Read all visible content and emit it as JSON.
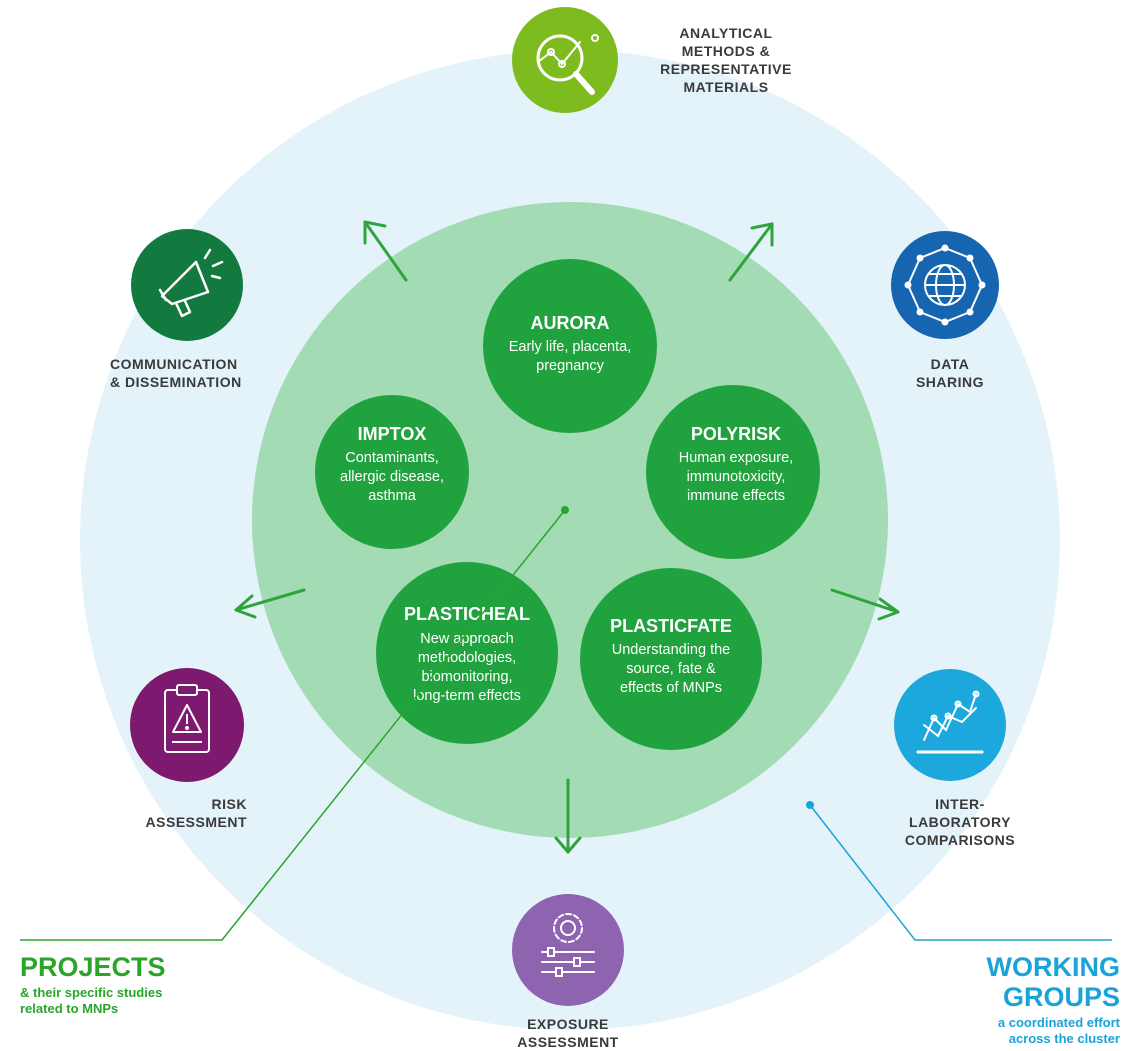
{
  "projects": [
    {
      "name": "AURORA",
      "description": "Early life, placenta,\npregnancy"
    },
    {
      "name": "IMPTOX",
      "description": "Contaminants,\nallergic disease,\nasthma"
    },
    {
      "name": "POLYRISK",
      "description": "Human exposure,\nimmunotoxicity,\nimmune effects"
    },
    {
      "name": "PLASTICHEAL",
      "description": "New approach\nmethodologies,\nbiomonitoring,\nlong-term effects"
    },
    {
      "name": "PLASTICFATE",
      "description": "Understanding the\nsource, fate &\neffects of MNPs"
    }
  ],
  "working_groups": [
    {
      "label": "ANALYTICAL\nMETHODS &\nREPRESENTATIVE\nMATERIALS",
      "icon": "magnifier-chart-icon",
      "color": "#7dbb1f"
    },
    {
      "label": "DATA SHARING",
      "icon": "globe-network-icon",
      "color": "#1565b0"
    },
    {
      "label": "INTER-\nLABORATORY\nCOMPARISONS",
      "icon": "line-graph-icon",
      "color": "#1ca8dd"
    },
    {
      "label": "EXPOSURE\nASSESSMENT",
      "icon": "gear-sliders-icon",
      "color": "#8e63b0"
    },
    {
      "label": "RISK\nASSESSMENT",
      "icon": "clipboard-warning-icon",
      "color": "#7d1a6f"
    },
    {
      "label": "COMMUNICATION\n& DISSEMINATION",
      "icon": "megaphone-icon",
      "color": "#127a3f"
    }
  ],
  "legend": {
    "projects_title": "PROJECTS",
    "projects_subtitle": "& their specific studies\nrelated to MNPs",
    "working_groups_title": "WORKING\nGROUPS",
    "working_groups_subtitle": "a coordinated effort\nacross the cluster"
  },
  "colors": {
    "outer_ring": "#e4f3f9",
    "inner_circle": "#a3dbb4",
    "project_circle": "#20a33e",
    "arrow": "#2fa33c",
    "projects_text": "#2aa52a",
    "working_groups_text": "#1ba3d9"
  }
}
